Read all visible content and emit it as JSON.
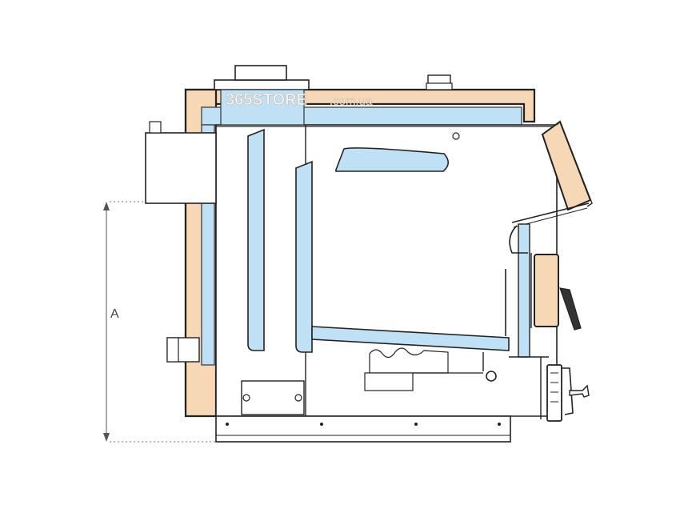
{
  "diagram": {
    "dimension_label": "A",
    "watermark": {
      "brand": "365STORE",
      "domain": ".com.ua"
    }
  },
  "colors": {
    "insulation": "#f6d7b6",
    "water_jacket": "#bfe0f5",
    "steel": "#ffffff",
    "outline": "#222222",
    "dimension": "#555555"
  }
}
